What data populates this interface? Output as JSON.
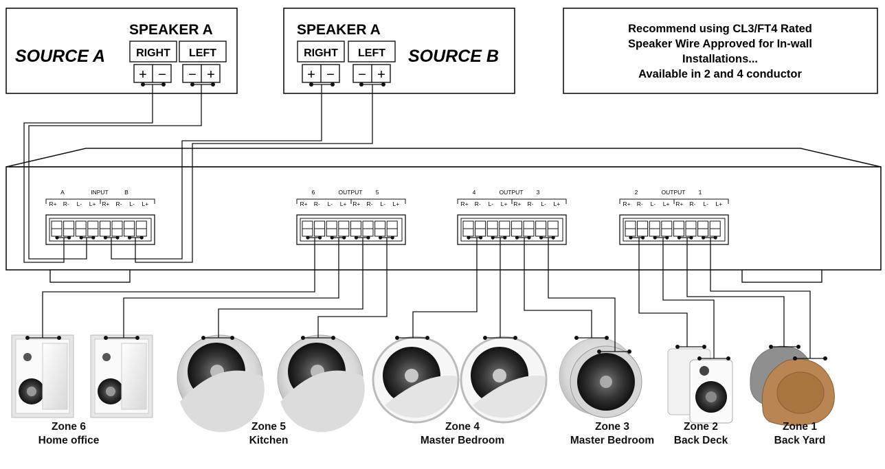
{
  "sources": [
    {
      "name": "SOURCE A",
      "speaker": "SPEAKER A",
      "right": "RIGHT",
      "left": "LEFT"
    },
    {
      "name": "SOURCE B",
      "speaker": "SPEAKER A",
      "right": "RIGHT",
      "left": "LEFT"
    }
  ],
  "polarity": {
    "plus": "+",
    "minus": "−"
  },
  "note": {
    "lines": [
      "Recommend using CL3/FT4 Rated",
      "Speaker Wire Approved for In-wall",
      "Installations...",
      "Available in 2 and 4 conductor"
    ]
  },
  "terminal_groups": [
    {
      "id": "input",
      "left_num": "A",
      "title": "INPUT",
      "right_num": "B"
    },
    {
      "id": "out-6-5",
      "left_num": "6",
      "title": "OUTPUT",
      "right_num": "5"
    },
    {
      "id": "out-4-3",
      "left_num": "4",
      "title": "OUTPUT",
      "right_num": "3"
    },
    {
      "id": "out-2-1",
      "left_num": "2",
      "title": "OUTPUT",
      "right_num": "1"
    }
  ],
  "pin_labels": [
    "R+",
    "R-",
    "L-",
    "L+",
    "R+",
    "R-",
    "L-",
    "L+"
  ],
  "zones": [
    {
      "zone": "Zone 6",
      "room": "Home office"
    },
    {
      "zone": "Zone 5",
      "room": "Kitchen"
    },
    {
      "zone": "Zone 4",
      "room": "Master Bedroom"
    },
    {
      "zone": "Zone 3",
      "room": "Master Bedroom"
    },
    {
      "zone": "Zone 2",
      "room": "Back Deck"
    },
    {
      "zone": "Zone 1",
      "room": "Back Yard"
    }
  ],
  "speaker_icons": [
    "in-wall-speaker-icon",
    "in-wall-speaker-icon",
    "ceiling-speaker-icon",
    "ceiling-speaker-icon",
    "ceiling-speaker-icon",
    "ceiling-speaker-icon",
    "ceiling-speaker-icon",
    "outdoor-speaker-icon",
    "rock-speaker-icon",
    "rock-speaker-icon"
  ],
  "colors": {
    "line": "#111111",
    "rock_back": "#8f8f8f",
    "rock_front": "#b98552"
  }
}
